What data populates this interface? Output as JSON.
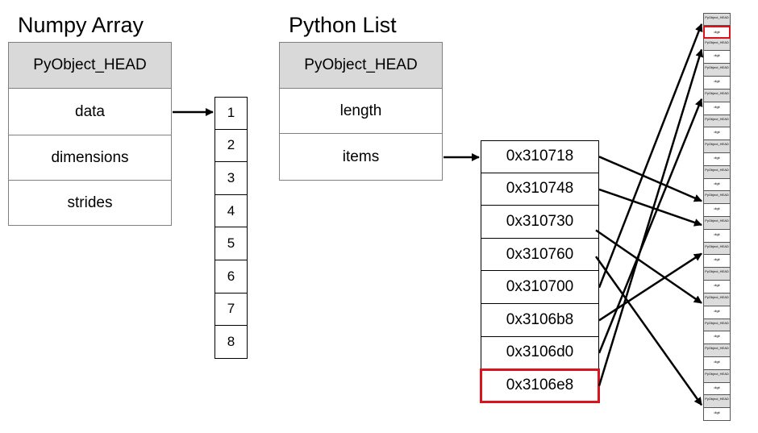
{
  "numpy": {
    "title": "Numpy Array",
    "fields": [
      "PyObject_HEAD",
      "data",
      "dimensions",
      "strides"
    ]
  },
  "values": [
    "1",
    "2",
    "3",
    "4",
    "5",
    "6",
    "7",
    "8"
  ],
  "pylist": {
    "title": "Python List",
    "fields": [
      "PyObject_HEAD",
      "length",
      "items"
    ]
  },
  "pointers": [
    "0x310718",
    "0x310748",
    "0x310730",
    "0x310760",
    "0x310700",
    "0x3106b8",
    "0x3106d0",
    "0x3106e8"
  ],
  "memory": {
    "head_label": "PyObject_HEAD",
    "digit_label": "digit"
  },
  "colors": {
    "highlight": "#d9141c",
    "header_fill": "#d9d9d9",
    "memory_head_fill": "#dcdcdc"
  }
}
